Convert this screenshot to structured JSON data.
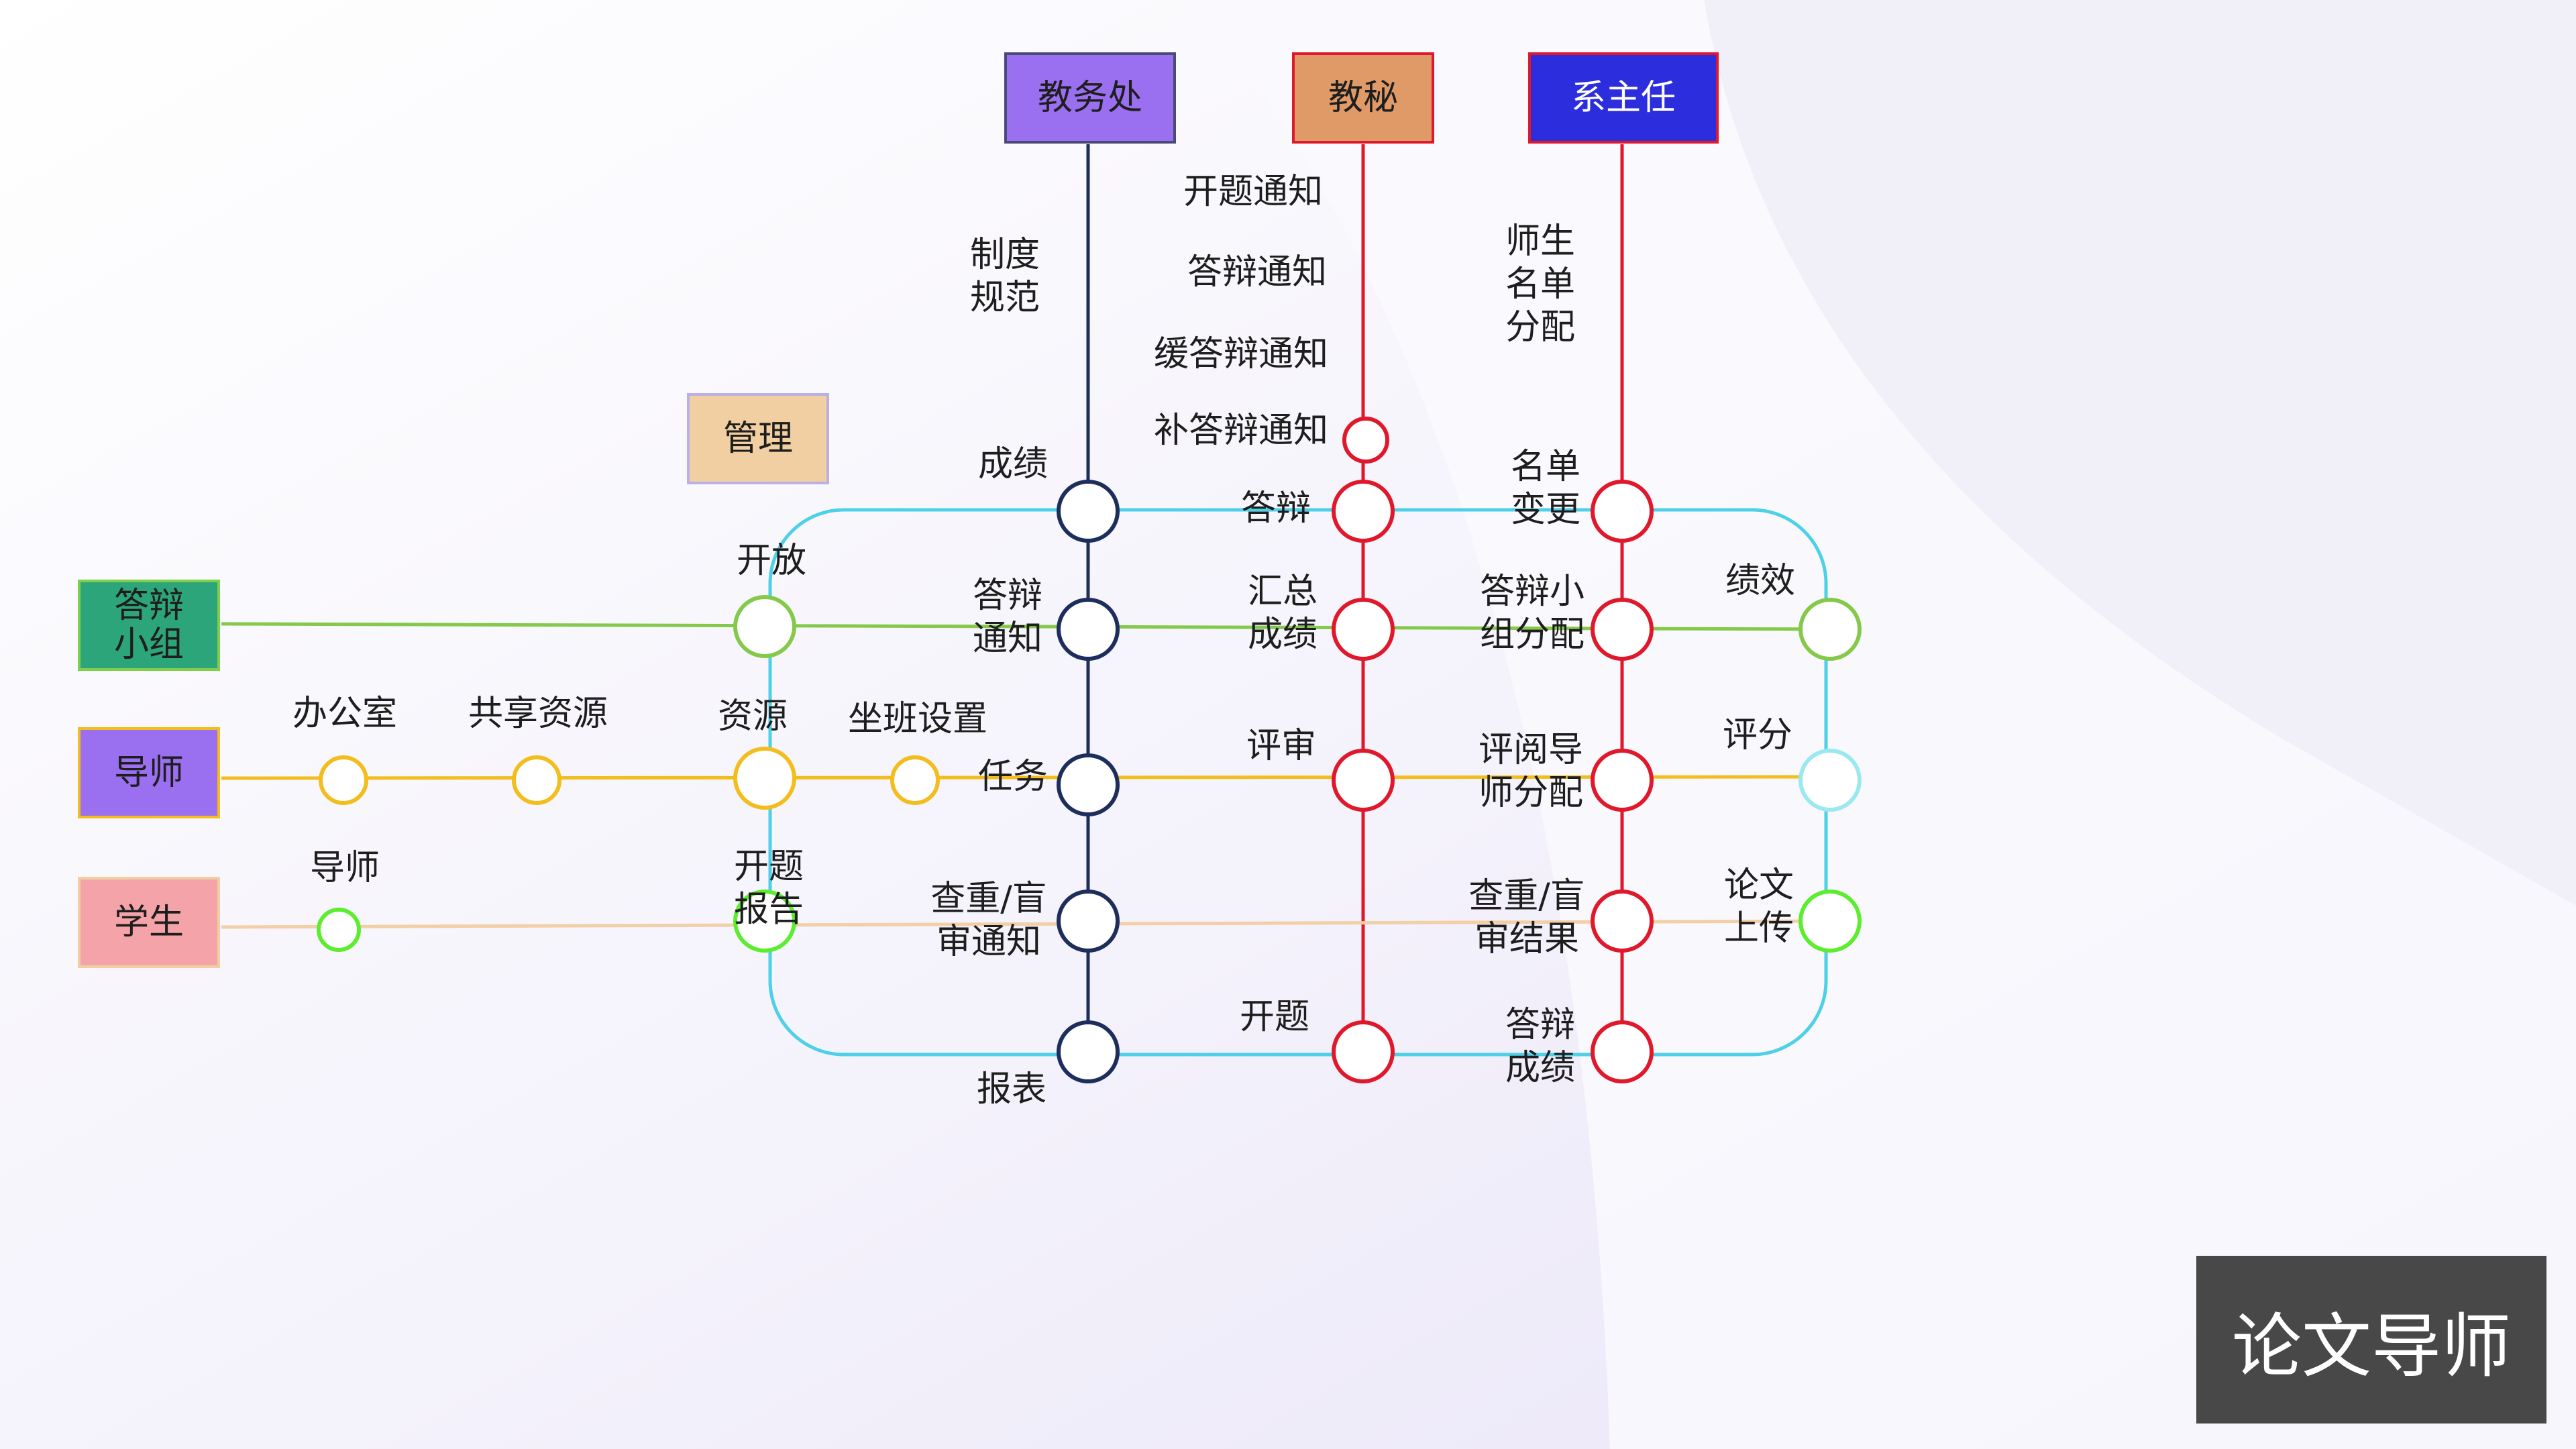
{
  "colors": {
    "navy": "#1d2d5c",
    "red": "#e0182c",
    "cyan": "#4dd0e8",
    "green": "#85c94a",
    "yellow": "#f2bd1d",
    "bright_green": "#5ced2e",
    "peach": "#f2cfa6"
  },
  "roles": {
    "jiaowuchu": {
      "label": "教务处",
      "fill": "#9a6ff0",
      "border": "#4a4a7a",
      "text": "#1e1e1e"
    },
    "jiaomi": {
      "label": "教秘",
      "fill": "#e09a68",
      "border": "#e0182c",
      "text": "#1e1e1e"
    },
    "xizhuren": {
      "label": "系主任",
      "fill": "#2c2ede",
      "border": "#e0182c",
      "text": "#ffffff"
    },
    "guanli": {
      "label": "管理",
      "fill": "#f2cfa3",
      "border": "#b9b0e6",
      "text": "#1e1e1e"
    },
    "dabianxiaozu": {
      "label": "答辩\n小组",
      "fill": "#2da57a",
      "border": "#7fcf4a",
      "text": "#1e1e1e"
    },
    "daoshi": {
      "label": "导师",
      "fill": "#9a6ff0",
      "border": "#f2bd1d",
      "text": "#1e1e1e"
    },
    "xuesheng": {
      "label": "学生",
      "fill": "#f4a3a8",
      "border": "#f2cfa3",
      "text": "#1e1e1e"
    }
  },
  "labels": {
    "zhidu_guifan": "制度\n规范",
    "kaiti_tongzhi": "开题通知",
    "dabian_tongzhi_top": "答辩通知",
    "huan_dabian_tongzhi": "缓答辩通知",
    "bu_dabian_tongzhi": "补答辩通知",
    "shisheng_mingdan_fenpei": "师生\n名单\n分配",
    "chengji": "成绩",
    "dabian": "答辩",
    "mingdan_biangeng": "名单\n变更",
    "kaifang": "开放",
    "dabian_tongzhi": "答辩\n通知",
    "huizong_chengji": "汇总\n成绩",
    "dabian_xiaozu_fenpei": "答辩小\n组分配",
    "jixiao": "绩效",
    "bangongshi": "办公室",
    "gongxiang_ziyuan": "共享资源",
    "ziyuan": "资源",
    "zuoban_shezhi": "坐班设置",
    "renwu": "任务",
    "pingshen": "评审",
    "pingyue_daoshi_fenpei": "评阅导\n师分配",
    "pingfen": "评分",
    "daoshi_small": "导师",
    "kaiti_baogao": "开题\n报告",
    "chachong_tongzhi": "查重/盲\n审通知",
    "chachong_jieguo": "查重/盲\n审结果",
    "lunwen_shangchuan": "论文\n上传",
    "kaiti": "开题",
    "dabian_chengji": "答辩\n成绩",
    "baobiao": "报表"
  },
  "brand": {
    "title": "论文导师"
  }
}
